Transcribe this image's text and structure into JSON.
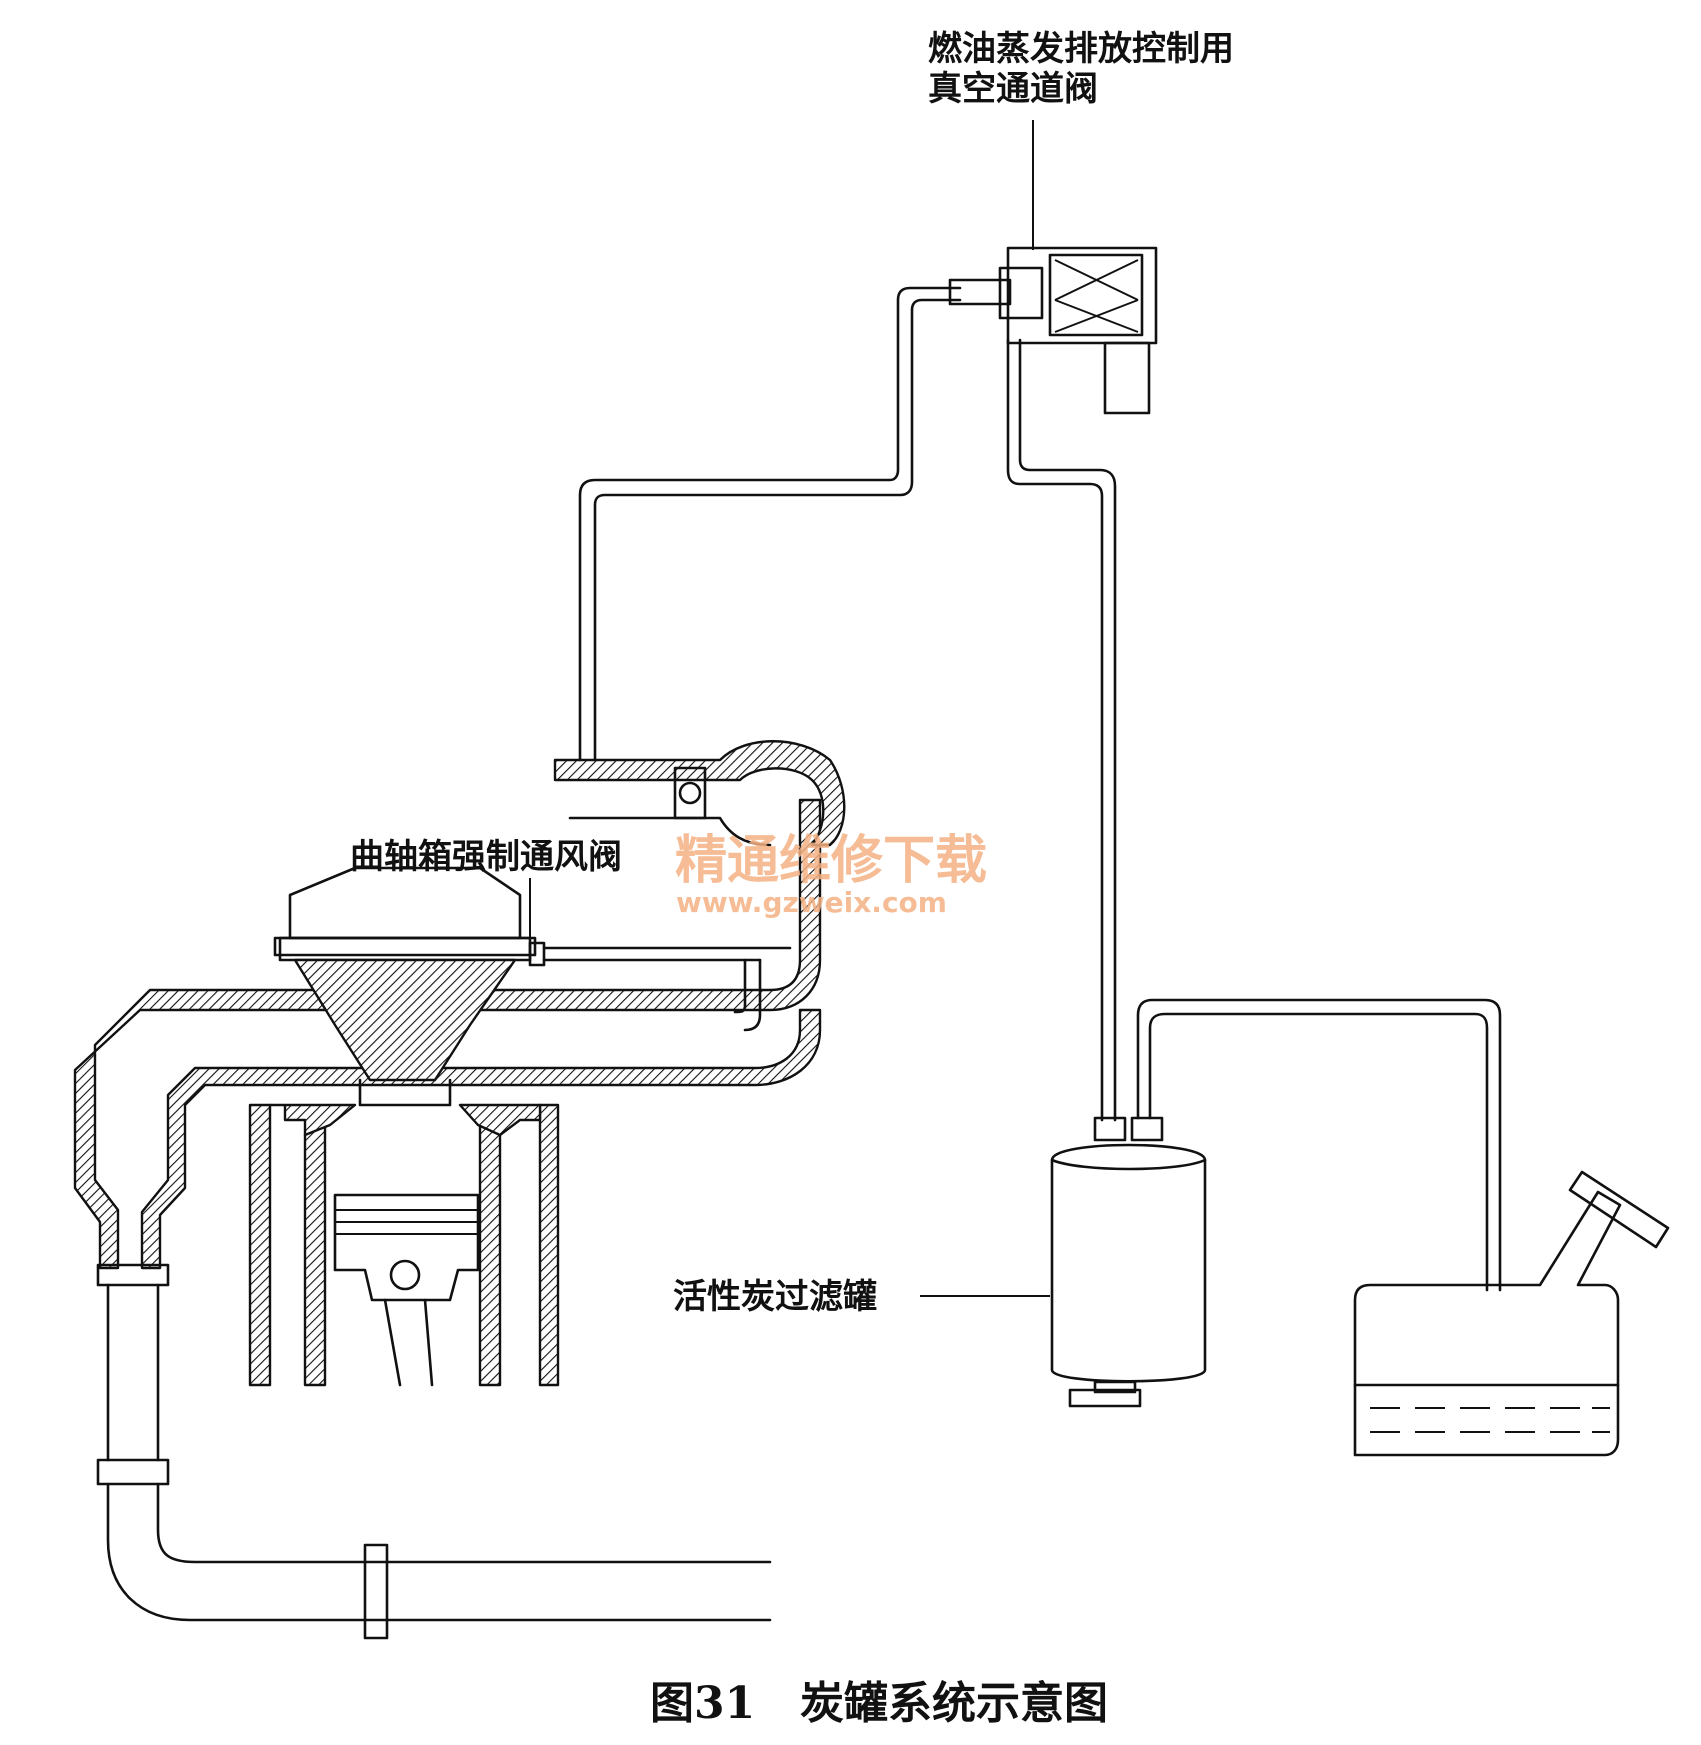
{
  "labels": {
    "evap_valve_line1": "燃油蒸发排放控制用",
    "evap_valve_line2": "真空通道阀",
    "pcv_valve": "曲轴箱强制通风阀",
    "charcoal_canister": "活性炭过滤罐"
  },
  "watermark": {
    "name": "精通维修下载",
    "url": "www.gzweix.com",
    "color": "#f4b183"
  },
  "caption": {
    "number": "图31",
    "title": "炭罐系统示意图"
  }
}
